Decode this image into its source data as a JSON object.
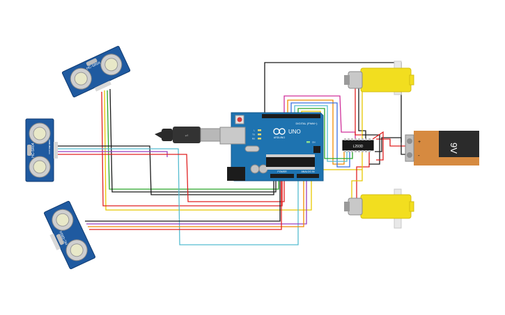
{
  "ultrasonic_sensor": {
    "model": "HC-SR04",
    "pins": [
      "VCC",
      "TRIG",
      "ECHO",
      "GND"
    ]
  },
  "arduino": {
    "logo": "UNO",
    "brand": "ARDUINO",
    "digital_label": "DIGITAL (PWM~)",
    "power_label": "POWER",
    "analog_label": "ANALOG IN",
    "led_labels": [
      "L",
      "TX",
      "RX"
    ],
    "on_label": "ON"
  },
  "motor_driver": {
    "label": "L293D"
  },
  "battery": {
    "label": "9V",
    "pos": "+",
    "neg": "-"
  },
  "wire_colors": {
    "red": "#e02020",
    "black": "#1a1a1a",
    "green": "#2aa82a",
    "yellow": "#e8c800",
    "orange": "#f08c00",
    "purple": "#9a3fc0",
    "cyan": "#55bcd0",
    "blue": "#3a6fe0",
    "magenta": "#d0309a"
  },
  "colors": {
    "sensor_board": "#1f5aa0",
    "arduino_board": "#1e73b0",
    "motor_body": "#f2de1f",
    "battery_body": "#d68a40"
  }
}
